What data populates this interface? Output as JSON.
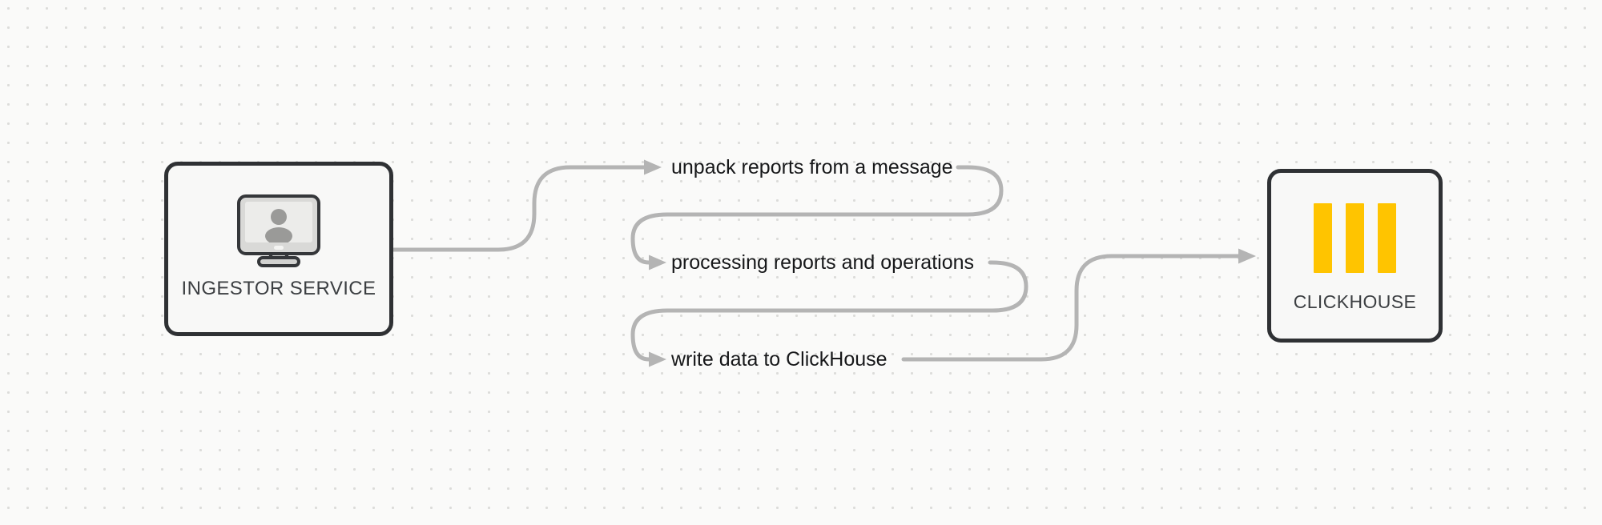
{
  "diagram": {
    "nodes": {
      "ingestor": {
        "label": "INGESTOR SERVICE",
        "icon": "monitor-user-icon"
      },
      "clickhouse": {
        "label": "CLICKHOUSE",
        "icon": "clickhouse-bars-icon"
      }
    },
    "steps": [
      {
        "label": "unpack reports from a message"
      },
      {
        "label": "processing reports and operations"
      },
      {
        "label": "write data to ClickHouse"
      }
    ],
    "edges": [
      {
        "from": "INGESTOR SERVICE",
        "to": "unpack reports from a message"
      },
      {
        "from": "unpack reports from a message",
        "to": "processing reports and operations"
      },
      {
        "from": "processing reports and operations",
        "to": "write data to ClickHouse"
      },
      {
        "from": "write data to ClickHouse",
        "to": "CLICKHOUSE"
      }
    ],
    "colors": {
      "background": "#fafaf9",
      "grid_dot": "#dcdcda",
      "node_fill": "#f8f8f7",
      "node_border": "#2f3134",
      "connector": "#b4b4b4",
      "step_text": "#17181a",
      "node_text": "#3c3f42",
      "clickhouse_yellow": "#ffc400"
    }
  }
}
